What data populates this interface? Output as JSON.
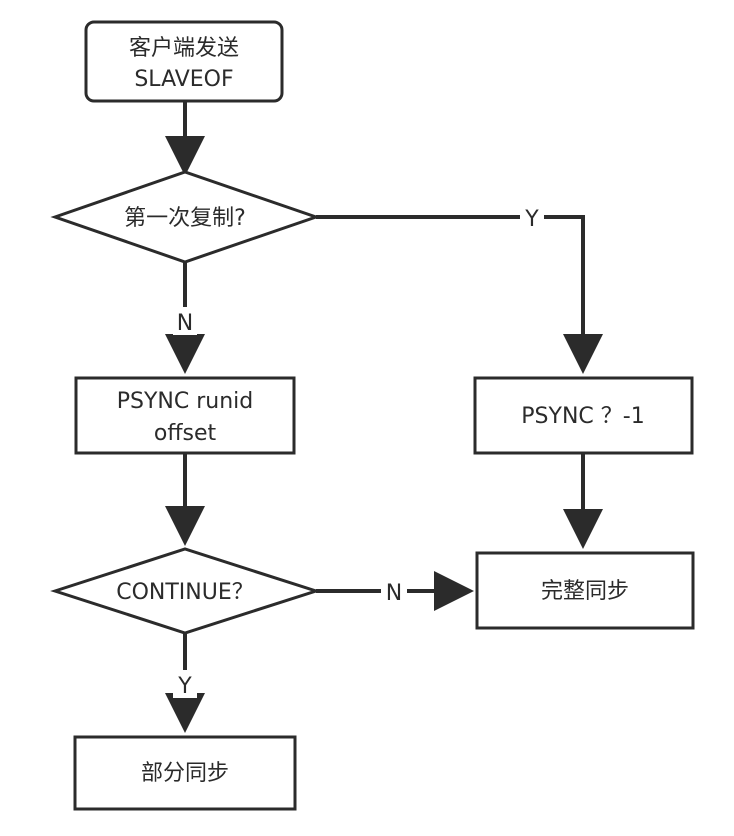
{
  "diagram": {
    "nodes": {
      "start": {
        "lines": [
          "客户端发送",
          "SLAVEOF"
        ]
      },
      "first_copy": {
        "lines": [
          "第一次复制?"
        ]
      },
      "psync_runid": {
        "lines": [
          "PSYNC runid",
          "offset"
        ]
      },
      "psync_full_cmd": {
        "lines": [
          "PSYNC  ？-1"
        ]
      },
      "continue_check": {
        "lines": [
          "CONTINUE？"
        ]
      },
      "full_sync": {
        "lines": [
          "完整同步"
        ]
      },
      "partial_sync": {
        "lines": [
          "部分同步"
        ]
      }
    },
    "edges": {
      "first_copy_yes": "Y",
      "first_copy_no": "N",
      "continue_no": "N",
      "continue_yes": "Y"
    },
    "colors": {
      "stroke": "#2b2b2b",
      "background": "#ffffff",
      "text": "#2b2b2b"
    }
  }
}
